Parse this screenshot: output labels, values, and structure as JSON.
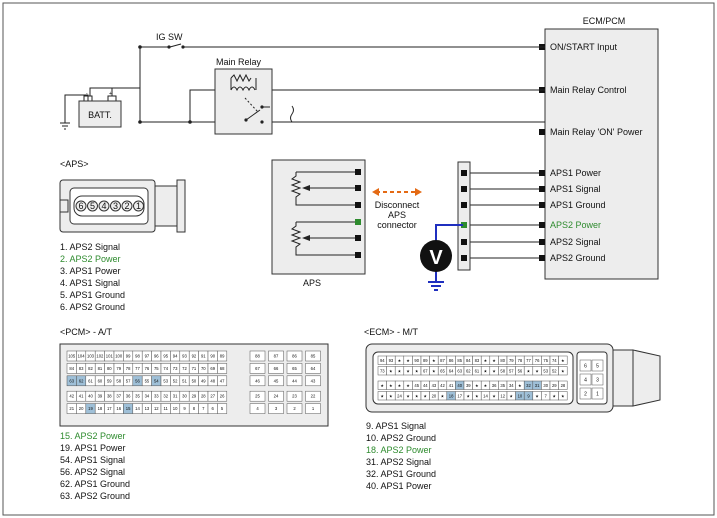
{
  "colors": {
    "highlight": "#2e8b2e",
    "wire_test": "#1f2fbf",
    "arrow": "#e46a14",
    "cell_hl": "#9fc0d8",
    "box_fill": "#ededed"
  },
  "ecm_title": "ECM/PCM",
  "ig_sw": "IG SW",
  "main_relay": "Main Relay",
  "battery": "BATT.",
  "ecm_pins": [
    {
      "label": "ON/START Input",
      "hl": false
    },
    {
      "label": "Main Relay Control",
      "hl": false
    },
    {
      "label": "Main Relay 'ON' Power",
      "hl": false
    },
    {
      "label": "APS1 Power",
      "hl": false
    },
    {
      "label": "APS1 Signal",
      "hl": false
    },
    {
      "label": "APS1 Ground",
      "hl": false
    },
    {
      "label": "APS2 Power",
      "hl": true
    },
    {
      "label": "APS2 Signal",
      "hl": false
    },
    {
      "label": "APS2 Ground",
      "hl": false
    }
  ],
  "aps_label": "APS",
  "disconnect": [
    "Disconnect",
    "APS",
    "connector"
  ],
  "meter": "V",
  "aps_connector_title": "<APS>",
  "aps_pins": [
    "6",
    "5",
    "4",
    "3",
    "2",
    "1"
  ],
  "aps_list": [
    {
      "text": "1. APS2 Signal",
      "hl": false
    },
    {
      "text": "2. APS2 Power",
      "hl": true
    },
    {
      "text": "3. APS1 Power",
      "hl": false
    },
    {
      "text": "4. APS1 Signal",
      "hl": false
    },
    {
      "text": "5. APS1 Ground",
      "hl": false
    },
    {
      "text": "6. APS2 Ground",
      "hl": false
    }
  ],
  "pcm_title": "<PCM> - A/T",
  "pcm_rows": [
    [
      "105",
      "104",
      "103",
      "102",
      "101",
      "100",
      "99",
      "98",
      "97",
      "96",
      "95",
      "94",
      "93",
      "92",
      "91",
      "90",
      "89"
    ],
    [
      "84",
      "83",
      "82",
      "81",
      "80",
      "79",
      "78",
      "77",
      "76",
      "75",
      "74",
      "73",
      "72",
      "71",
      "70",
      "69",
      "68"
    ],
    [
      "63",
      "62",
      "61",
      "60",
      "59",
      "58",
      "57",
      "56",
      "55",
      "54",
      "53",
      "52",
      "51",
      "50",
      "49",
      "48",
      "47"
    ],
    [
      "42",
      "41",
      "40",
      "39",
      "38",
      "37",
      "36",
      "35",
      "34",
      "33",
      "32",
      "31",
      "30",
      "29",
      "28",
      "27",
      "26"
    ],
    [
      "21",
      "20",
      "19",
      "18",
      "17",
      "16",
      "15",
      "14",
      "13",
      "12",
      "11",
      "10",
      "9",
      "8",
      "7",
      "6",
      "5"
    ]
  ],
  "pcm_side": [
    [
      "88",
      "87",
      "86",
      "85"
    ],
    [
      "67",
      "66",
      "65",
      "64"
    ],
    [
      "46",
      "45",
      "44",
      "43"
    ],
    [
      "25",
      "24",
      "23",
      "22"
    ],
    [
      "4",
      "3",
      "2",
      "1"
    ]
  ],
  "pcm_hl": [
    "63",
    "62",
    "56",
    "54",
    "19",
    "15"
  ],
  "pcm_list": [
    {
      "text": "15. APS2 Power",
      "hl": true
    },
    {
      "text": "19. APS1 Power",
      "hl": false
    },
    {
      "text": "54. APS1 Signal",
      "hl": false
    },
    {
      "text": "56. APS2 Signal",
      "hl": false
    },
    {
      "text": "62. APS1 Ground",
      "hl": false
    },
    {
      "text": "63. APS2 Ground",
      "hl": false
    }
  ],
  "ecm_title2": "<ECM> - M/T",
  "ecm_rows": [
    [
      "94",
      "93",
      "★",
      "★",
      "90",
      "89",
      "★",
      "87",
      "86",
      "85",
      "84",
      "83",
      "★",
      "★",
      "80",
      "79",
      "78",
      "77",
      "76",
      "75",
      "74",
      "★"
    ],
    [
      "73",
      "★",
      "★",
      "★",
      "★",
      "67",
      "★",
      "65",
      "64",
      "63",
      "62",
      "61",
      "★",
      "★",
      "58",
      "57",
      "56",
      "★",
      "★",
      "53",
      "52",
      "★"
    ],
    [
      "★",
      "★",
      "★",
      "★",
      "45",
      "44",
      "43",
      "42",
      "41",
      "40",
      "39",
      "★",
      "★",
      "36",
      "35",
      "34",
      "★",
      "32",
      "31",
      "30",
      "29",
      "28"
    ],
    [
      "★",
      "★",
      "24",
      "★",
      "★",
      "★",
      "20",
      "★",
      "18",
      "17",
      "★",
      "★",
      "14",
      "★",
      "12",
      "★",
      "10",
      "9",
      "★",
      "7",
      "★",
      "★"
    ]
  ],
  "ecm_side": [
    [
      "6",
      "5"
    ],
    [
      "4",
      "3"
    ],
    [
      "2",
      "1"
    ]
  ],
  "ecm_hl": [
    "40",
    "32",
    "31",
    "18",
    "10",
    "9"
  ],
  "ecm_list": [
    {
      "text": "9. APS1 Signal",
      "hl": false
    },
    {
      "text": "10. APS2 Ground",
      "hl": false
    },
    {
      "text": "18. APS2 Power",
      "hl": true
    },
    {
      "text": "31. APS2 Signal",
      "hl": false
    },
    {
      "text": "32. APS1 Ground",
      "hl": false
    },
    {
      "text": "40. APS1 Power",
      "hl": false
    }
  ]
}
